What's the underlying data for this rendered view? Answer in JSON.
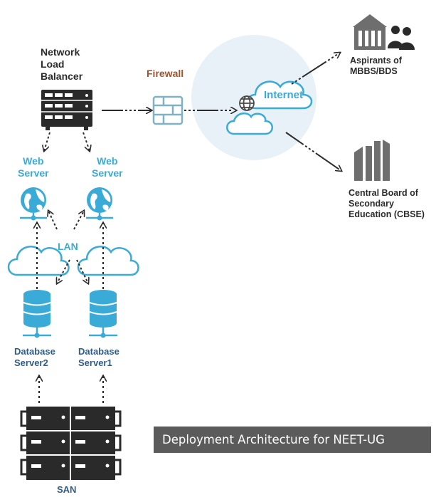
{
  "labels": {
    "network_load_balancer": [
      "Network",
      "Load",
      "Balancer"
    ],
    "firewall": "Firewall",
    "internet": "Internet",
    "aspirants": [
      "Aspirants of",
      "MBBS/BDS"
    ],
    "cbse": [
      "Central Board of",
      "Secondary",
      "Education (CBSE)"
    ],
    "web_server_left": [
      "Web",
      "Server"
    ],
    "web_server_right": [
      "Web",
      "Server"
    ],
    "lan": "LAN",
    "db_server_2": [
      "Database",
      "Server2"
    ],
    "db_server_1": [
      "Database",
      "Server1"
    ],
    "san": "SAN"
  },
  "caption": "Deployment Architecture for NEET-UG",
  "colors": {
    "text_dark": "#2b2b2b",
    "accent_blue": "#3aaad6",
    "db_label": "#2f5d8a",
    "firewall_label": "#a0522d",
    "firewall_icon": "#7fb3c4",
    "internet_bubble": "#e8f1f7",
    "server_dark": "#2a2a2a",
    "building_gray": "#6e6e6e",
    "caption_bg": "#5b5b5b"
  },
  "icons": [
    "server-rack-icon",
    "firewall-icon",
    "globe-icon",
    "cloud-icon",
    "building-icon",
    "people-icon",
    "cbse-building-icon",
    "database-icon",
    "san-storage-icon"
  ]
}
